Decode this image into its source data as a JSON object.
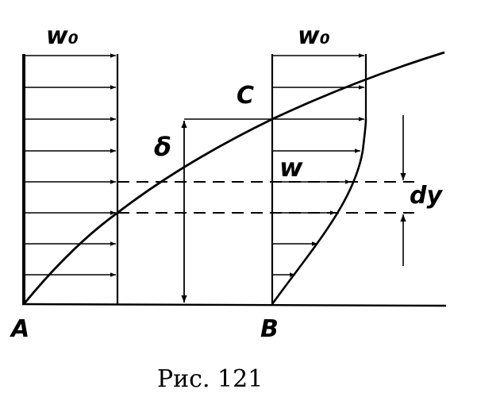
{
  "figure": {
    "labels": {
      "w0_left": "w₀",
      "w0_right": "w₀",
      "w": "w",
      "c": "C",
      "delta": "δ",
      "dy": "dy",
      "a": "A",
      "b": "B"
    },
    "caption": "Рис. 121"
  }
}
